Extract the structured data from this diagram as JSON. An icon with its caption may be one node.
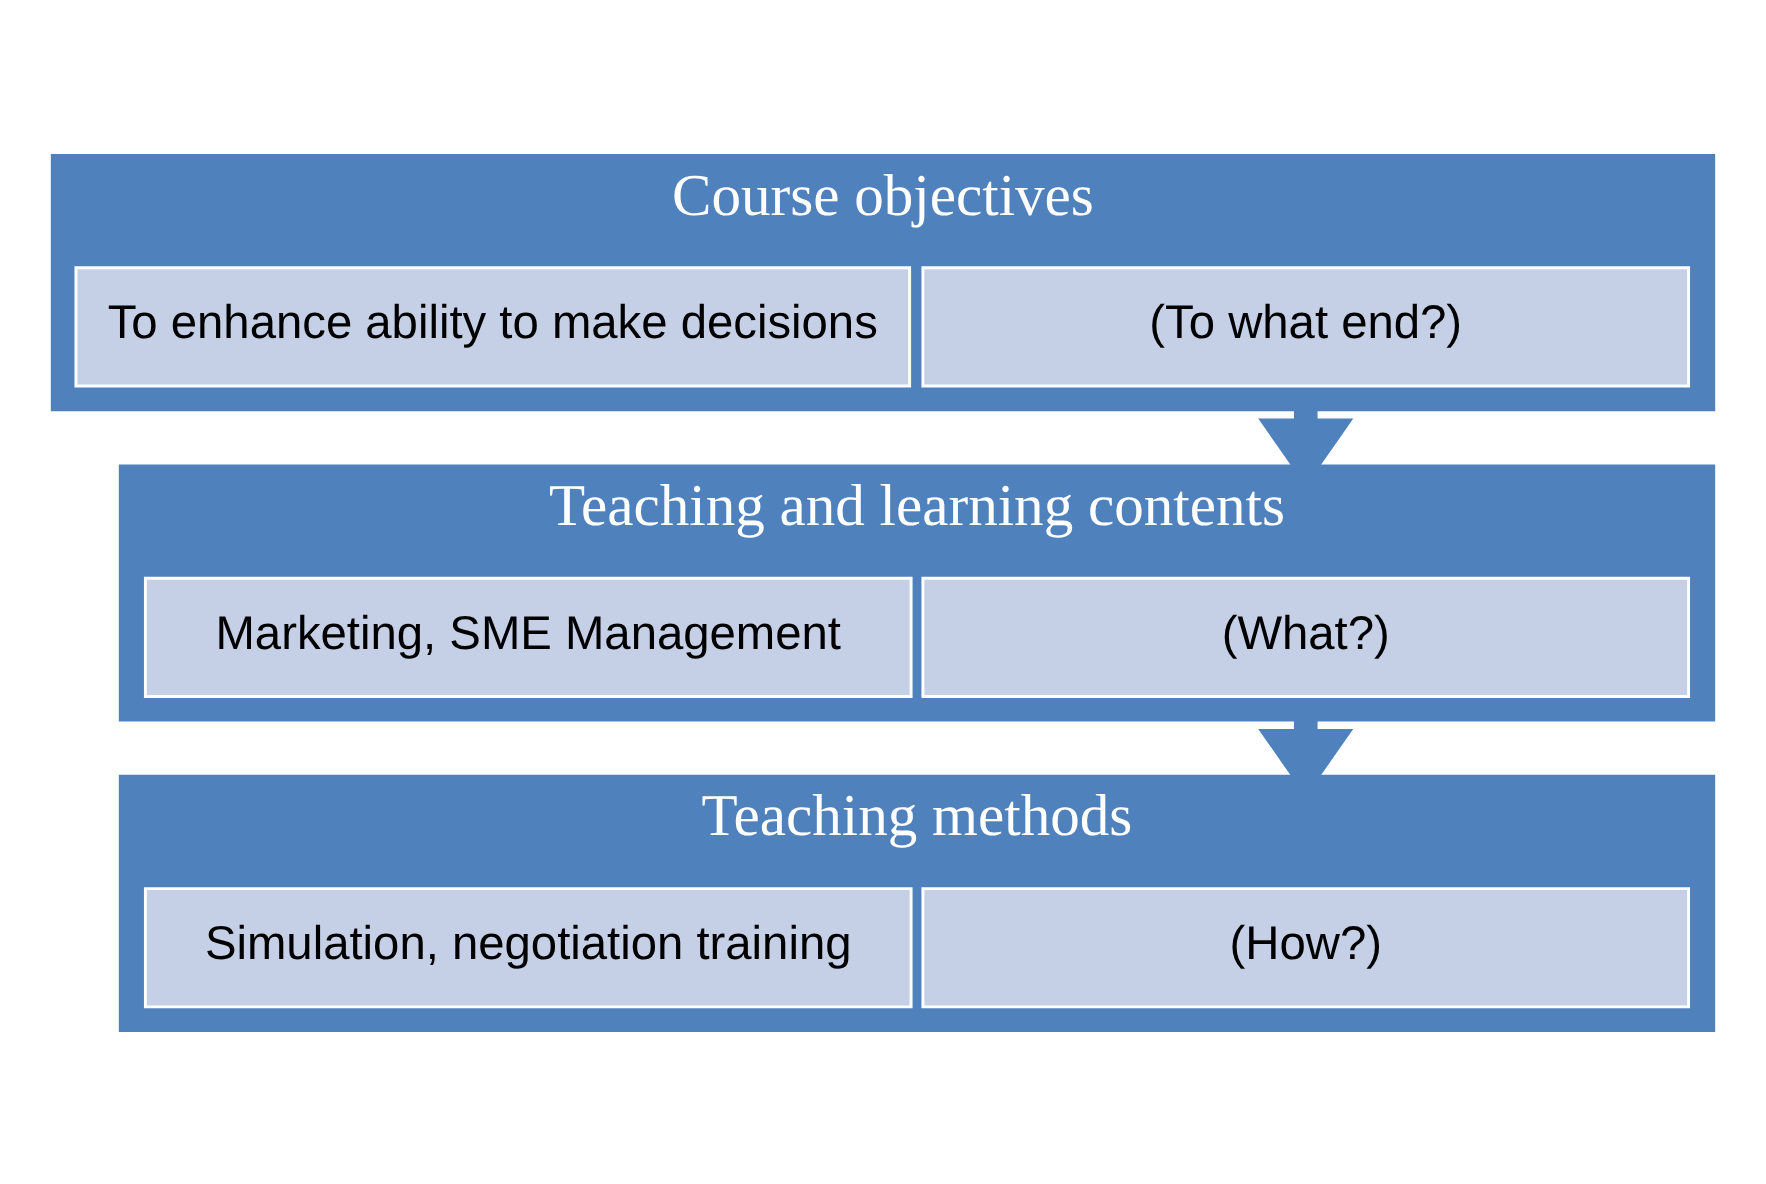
{
  "diagram": {
    "nodes": [
      {
        "text": [
          "Course objectives"
        ]
      },
      {
        "text": [
          "(To what end?)"
        ],
        "in": 0
      },
      {
        "text": [
          "To enhance ability to make decisions"
        ],
        "in": 0
      },
      {
        "text": [
          "Teaching and learning contents"
        ]
      },
      {
        "text": [
          "(What?)"
        ],
        "in": 3
      },
      {
        "text": [
          "Marketing, SME Management"
        ],
        "in": 3
      },
      {
        "text": [
          "Teaching methods"
        ]
      },
      {
        "text": [
          "(How?)"
        ],
        "in": 6
      },
      {
        "text": [
          "Simulation, negotiation training"
        ],
        "in": 6
      }
    ],
    "edges": [
      {
        "from": 0,
        "to": 3,
        "arrow": "to"
      },
      {
        "from": 3,
        "to": 6,
        "arrow": "to"
      }
    ]
  }
}
